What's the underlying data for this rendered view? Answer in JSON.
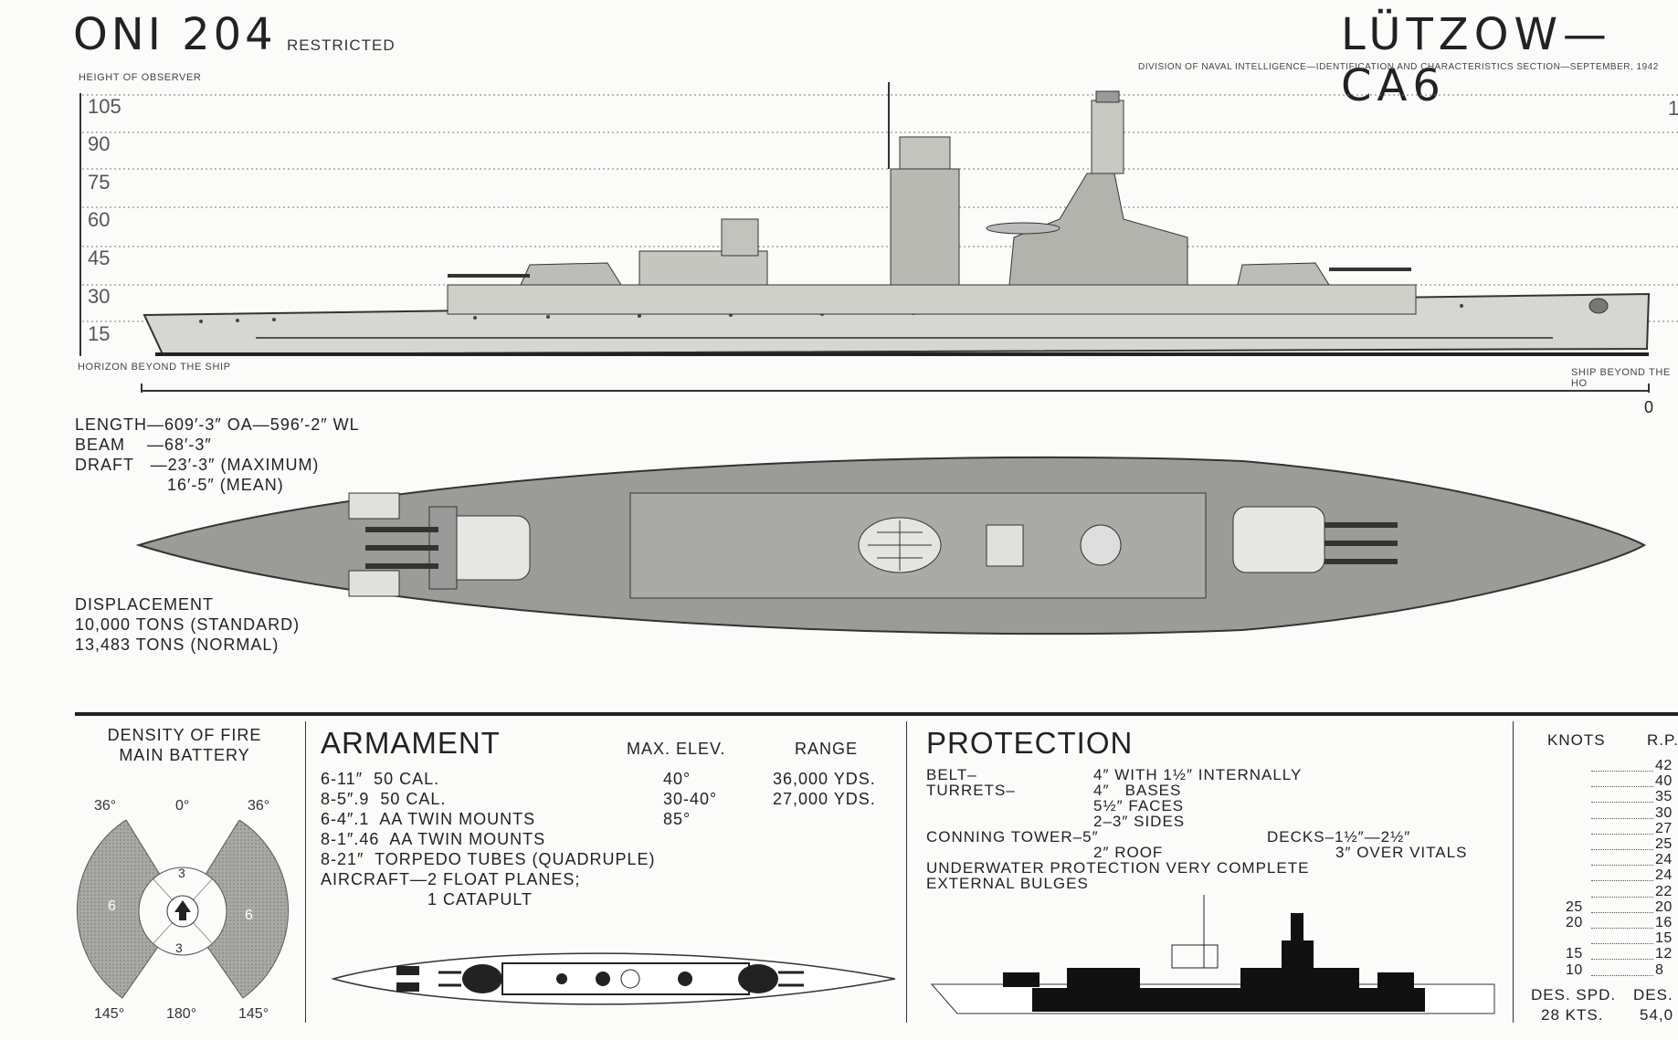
{
  "header": {
    "doc_id": "ONI 204",
    "classification": "RESTRICTED",
    "ship_name": "LÜTZOW—CA6",
    "source_line": "DIVISION OF NAVAL INTELLIGENCE—IDENTIFICATION AND CHARACTERISTICS SECTION—SEPTEMBER, 1942"
  },
  "profile": {
    "height_of_observer": "HEIGHT OF OBSERVER",
    "heights": [
      "105",
      "90",
      "75",
      "60",
      "45",
      "30",
      "15"
    ],
    "horizon_label": "HORIZON BEYOND THE SHIP",
    "ship_beyond_label": "SHIP BEYOND THE HO",
    "right_top_mark": "1",
    "scale_zero": "0"
  },
  "dimensions": {
    "length": "LENGTH—609′-3″ OA—596′-2″ WL",
    "beam": "BEAM    —68′-3″",
    "draft": "DRAFT   —23′-3″ (MAXIMUM)",
    "draft_mean": "16′-5″ (MEAN)"
  },
  "displacement": {
    "label": "DISPLACEMENT",
    "standard": "10,000 TONS (STANDARD)",
    "normal": "13,483 TONS (NORMAL)"
  },
  "density": {
    "title_1": "DENSITY OF FIRE",
    "title_2": "MAIN BATTERY",
    "top_left": "36°",
    "top_center": "0°",
    "top_right": "36°",
    "bottom_left": "145°",
    "bottom_center": "180°",
    "bottom_right": "145°",
    "sector_left": "6",
    "sector_right": "6",
    "sector_fore": "3",
    "sector_aft": "3"
  },
  "armament": {
    "title": "ARMAMENT",
    "col_elev": "MAX. ELEV.",
    "col_range": "RANGE",
    "rows": [
      {
        "desc": "6-11″  50 CAL.",
        "elev": "40°",
        "range": "36,000 YDS."
      },
      {
        "desc": "8-5″.9  50 CAL.",
        "elev": "30-40°",
        "range": "27,000 YDS."
      },
      {
        "desc": "6-4″.1  AA TWIN MOUNTS",
        "elev": "85°",
        "range": ""
      },
      {
        "desc": "8-1″.46  AA TWIN MOUNTS",
        "elev": "",
        "range": ""
      },
      {
        "desc": "8-21″  TORPEDO TUBES (QUADRUPLE)",
        "elev": "",
        "range": ""
      },
      {
        "desc": "AIRCRAFT—2 FLOAT PLANES;",
        "elev": "",
        "range": ""
      },
      {
        "desc": "1 CATAPULT",
        "elev": "",
        "range": ""
      }
    ]
  },
  "protection": {
    "title": "PROTECTION",
    "belt_label": "BELT–",
    "belt_value": "4″ WITH 1½″ INTERNALLY",
    "turrets_label": "TURRETS–",
    "turrets_bases": "4″   BASES",
    "turrets_faces": "5½″ FACES",
    "turrets_sides": "2–3″ SIDES",
    "conning": "CONNING TOWER–5″",
    "conning_roof": "2″ ROOF",
    "decks": "DECKS–1½″—2½″",
    "decks_vitals": "3″ OVER VITALS",
    "underwater": "UNDERWATER PROTECTION VERY COMPLETE",
    "bulges": "EXTERNAL BULGES"
  },
  "speed": {
    "col_knots": "KNOTS",
    "col_rpm": "R.P.",
    "rows": [
      {
        "knots": "",
        "rpm": "42"
      },
      {
        "knots": "",
        "rpm": "40"
      },
      {
        "knots": "",
        "rpm": "35"
      },
      {
        "knots": "",
        "rpm": "30"
      },
      {
        "knots": "",
        "rpm": "27"
      },
      {
        "knots": "",
        "rpm": "25"
      },
      {
        "knots": "",
        "rpm": "24"
      },
      {
        "knots": "",
        "rpm": "24"
      },
      {
        "knots": "",
        "rpm": "22"
      },
      {
        "knots": "25",
        "rpm": "20"
      },
      {
        "knots": "20",
        "rpm": "16"
      },
      {
        "knots": "",
        "rpm": "15"
      },
      {
        "knots": "15",
        "rpm": "12"
      },
      {
        "knots": "10",
        "rpm": "8"
      }
    ],
    "des_spd_label": "DES. SPD.",
    "des_spd_value": "28 KTS.",
    "des_label": "DES.",
    "des_value": "54,0"
  }
}
